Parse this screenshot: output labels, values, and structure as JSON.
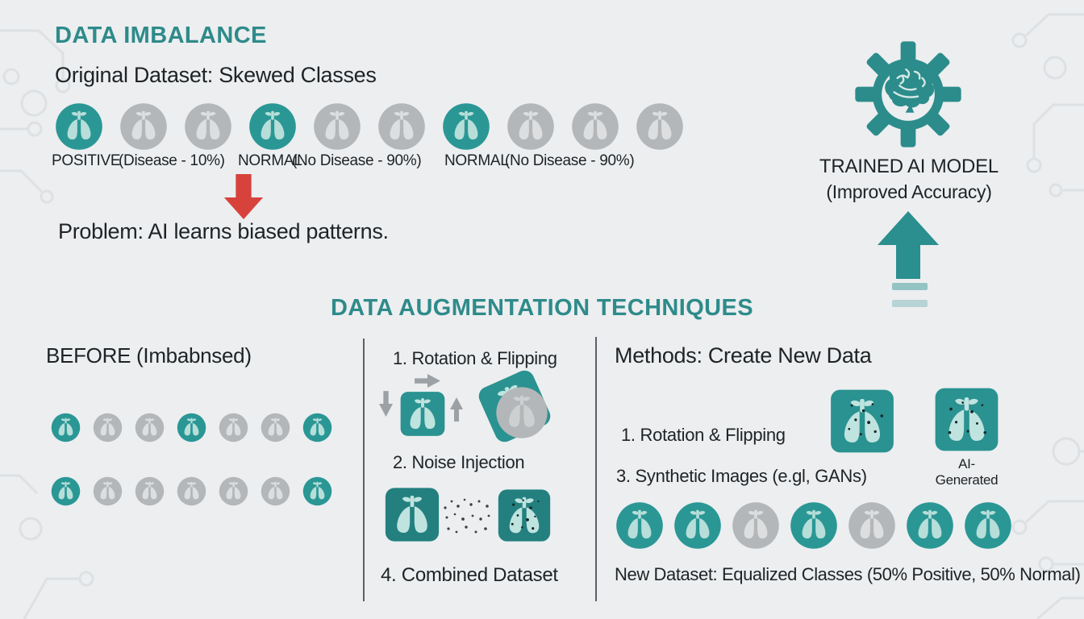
{
  "colors": {
    "accent_teal": "#2e8b8a",
    "icon_teal": "#2a9795",
    "icon_gray": "#b4b7b9",
    "alert_red": "#d8423c",
    "text": "#1e2326",
    "background": "#eceef0"
  },
  "icon_names": {
    "dataset_icon": "lung-scan-icon",
    "model_icon": "gear-brain-icon",
    "problem_arrow": "red-down-arrow-icon",
    "improvement_arrow": "teal-up-arrow-icon"
  },
  "imbalance": {
    "title": "DATA IMBALANCE",
    "subtitle": "Original Dataset: Skewed Classes",
    "dataset_icons": [
      "teal",
      "gray",
      "gray",
      "teal",
      "gray",
      "gray",
      "teal",
      "gray",
      "gray",
      "gray"
    ],
    "labels": [
      "POSITIVE",
      "(Disease - 10%)",
      "NORMAL",
      "(No Disease - 90%)",
      "NORMAL",
      "(No Disease - 90%)"
    ],
    "problem": "Problem: AI learns biased patterns."
  },
  "model": {
    "title": "TRAINED AI MODEL",
    "subtitle": "(Improved Accuracy)"
  },
  "augmentation": {
    "title": "DATA AUGMENTATION TECHNIQUES",
    "before": {
      "title": "BEFORE (Imbabnsed)",
      "row1": [
        "teal",
        "gray",
        "gray",
        "teal",
        "gray",
        "gray",
        "teal"
      ],
      "row2": [
        "teal",
        "gray",
        "gray",
        "gray",
        "gray",
        "gray",
        "teal"
      ]
    },
    "techniques": {
      "step1": "1. Rotation & Flipping",
      "step2": "2. Noise Injection",
      "step4": "4. Combined Dataset"
    },
    "methods": {
      "title": "Methods: Create New Data",
      "step1": "1. Rotation & Flipping",
      "ai_generated_label": "AI-Generated",
      "step3": "3. Synthetic Images (e.gl, GANs)",
      "result_icons": [
        "teal",
        "teal",
        "gray",
        "teal",
        "gray",
        "teal",
        "teal"
      ],
      "caption": "New Dataset: Equalized Classes (50% Positive, 50% Normal)"
    }
  }
}
